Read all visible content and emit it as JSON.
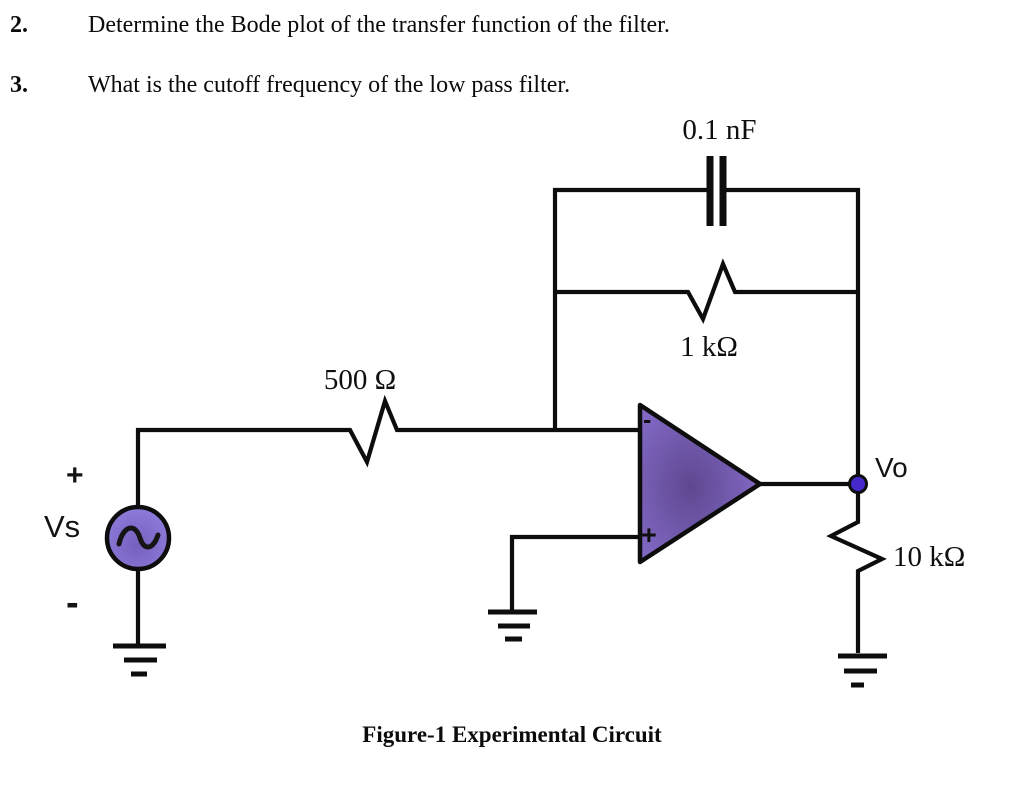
{
  "questions": [
    {
      "number": "2.",
      "text": "Determine the Bode plot of the transfer function of the filter."
    },
    {
      "number": "3.",
      "text": "What is the cutoff frequency of the low pass filter."
    }
  ],
  "figure": {
    "caption": "Figure-1 Experimental Circuit",
    "components": {
      "source_label": "Vs",
      "source_plus": "+",
      "source_minus": "-",
      "input_resistor": "500 Ω",
      "feedback_capacitor": "0.1 nF",
      "feedback_resistor": "1 kΩ",
      "load_resistor": "10 kΩ",
      "output_label": "Vo",
      "opamp_inverting_input": "-",
      "opamp_noninverting_input": "+"
    },
    "colors": {
      "wire": "#0d0d0d",
      "opamp_fill_edge": "#8d73d6",
      "opamp_fill_center": "#5f4890",
      "source_fill_edge": "#9181e0",
      "source_fill_center": "#7660bd",
      "node_fill": "#4629cc"
    }
  }
}
